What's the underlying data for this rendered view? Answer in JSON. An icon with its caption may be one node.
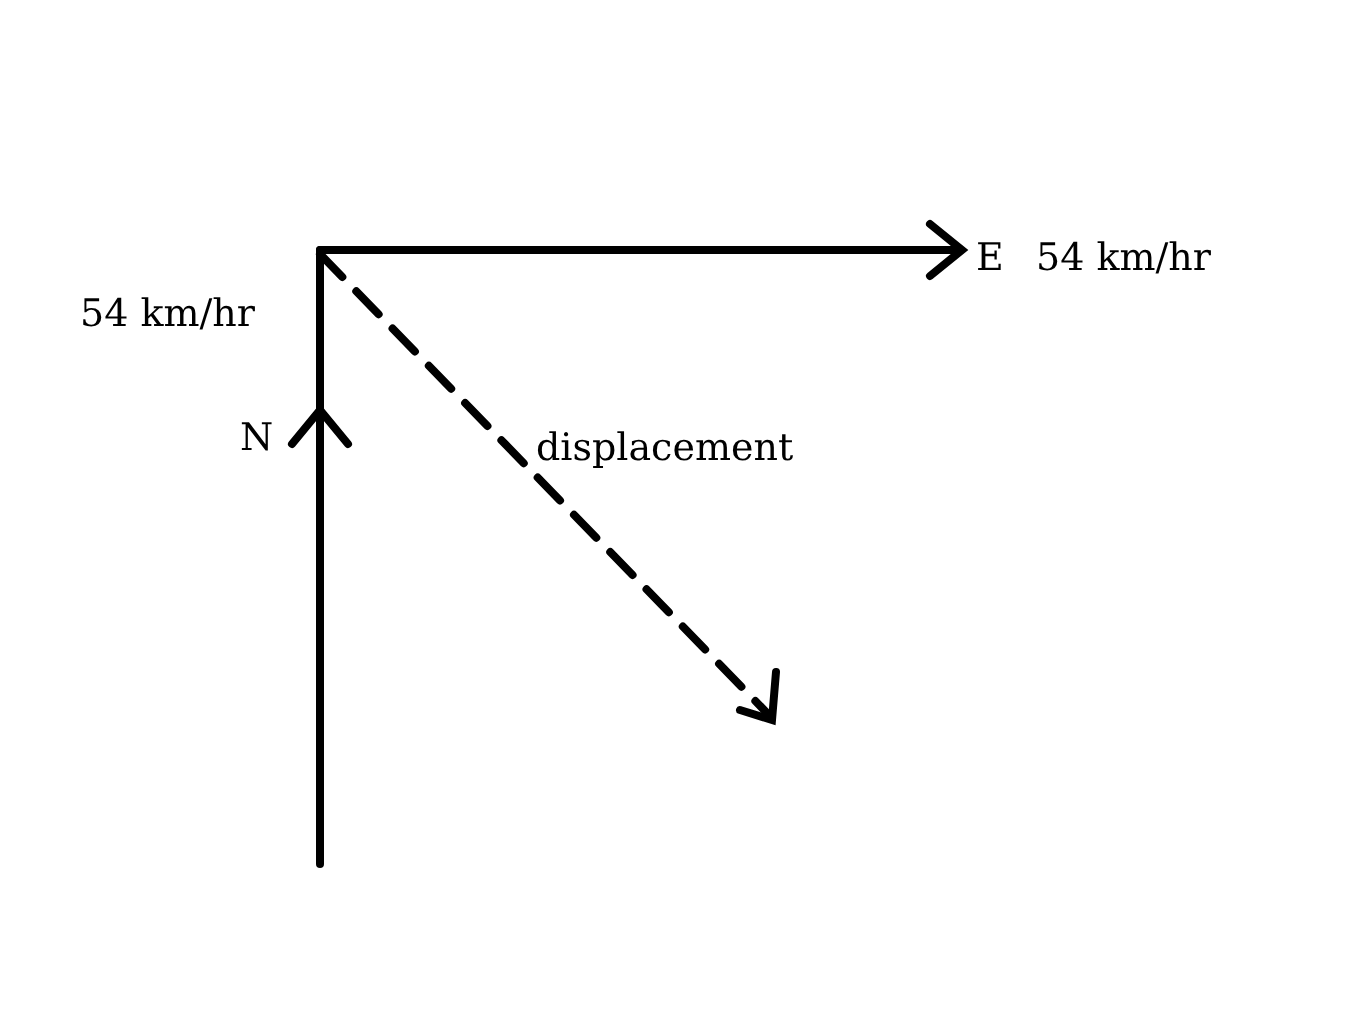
{
  "diagram": {
    "labels": [
      "E",
      "54 km/hr",
      "54 km/hr",
      "N",
      "displacement"
    ]
  }
}
